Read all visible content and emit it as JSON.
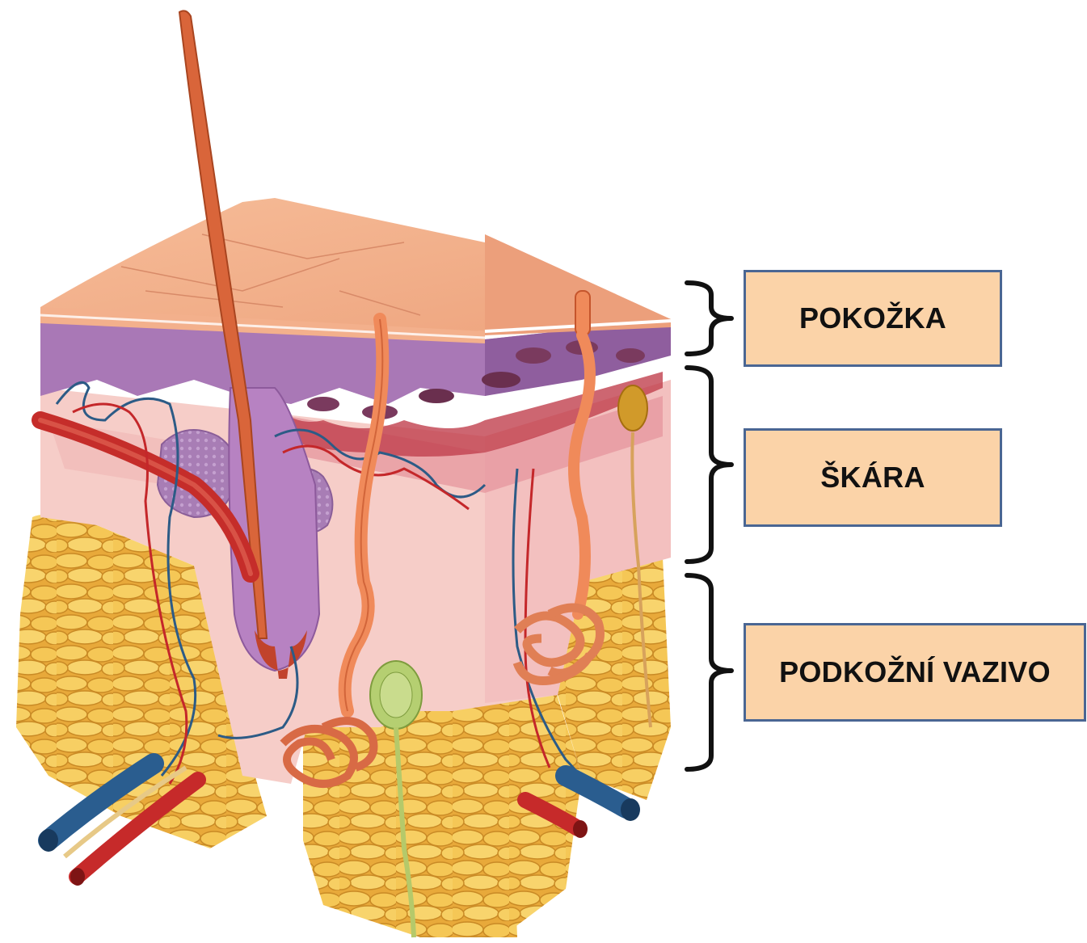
{
  "labels": {
    "epidermis": "POKOŽKA",
    "dermis": "ŠKÁRA",
    "hypodermis": "PODKOŽNÍ VAZIVO"
  },
  "colors": {
    "label_fill": "#fbd3a8",
    "label_border": "#4a6693",
    "epidermis_surface": "#f2a882",
    "epidermis_basal": "#a777b0",
    "dermis": "#f6c8c4",
    "fat": "#f4c24c",
    "hair": "#d9653a",
    "vein": "#2c5b86",
    "artery": "#c4272a",
    "bracket": "#111111"
  }
}
